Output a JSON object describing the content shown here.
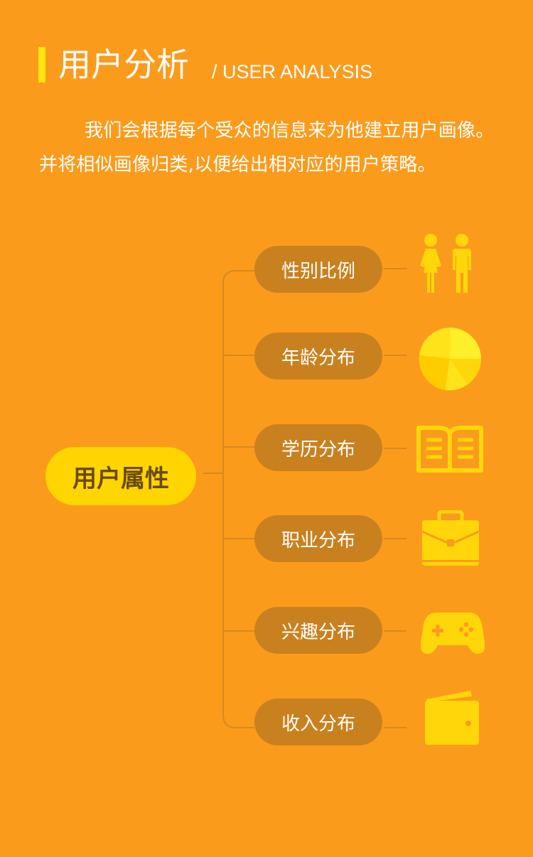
{
  "header": {
    "title": "用户分析",
    "subtitle": "/ USER ANALYSIS"
  },
  "intro": "我们会根据每个受众的信息来为他建立用户画像。并将相似画像归类,以便给出相对应的用户策略。",
  "diagram": {
    "root_label": "用户属性",
    "items": [
      {
        "label": "性别比例",
        "icon": "gender-icon"
      },
      {
        "label": "年龄分布",
        "icon": "pie-chart-icon"
      },
      {
        "label": "学历分布",
        "icon": "book-icon"
      },
      {
        "label": "职业分布",
        "icon": "briefcase-icon"
      },
      {
        "label": "兴趣分布",
        "icon": "gamepad-icon"
      },
      {
        "label": "收入分布",
        "icon": "wallet-icon"
      }
    ]
  },
  "colors": {
    "background": "#fb9b1c",
    "accent": "#ffe70f",
    "root_fill": "#ffd500",
    "node_fill": "#c9811f",
    "connector": "#d68a1e",
    "icon": "#ffd60a"
  }
}
